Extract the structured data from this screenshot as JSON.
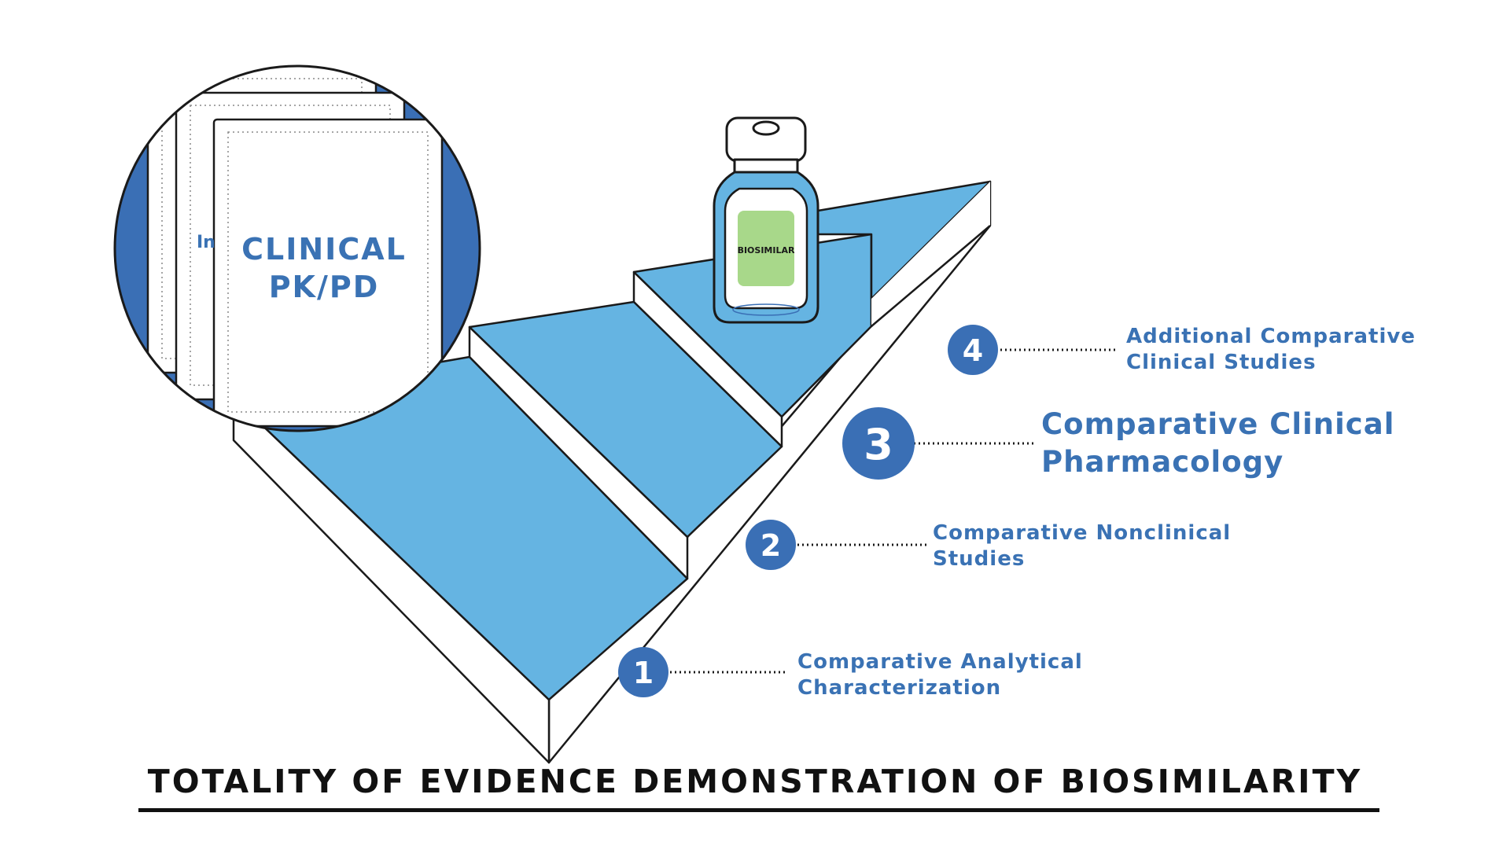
{
  "colors": {
    "step_fill": "#65b4e2",
    "badge": "#3a6fb5",
    "label": "#3a72b4",
    "outline": "#1a1a1a",
    "vial_label": "#a8d88a"
  },
  "inset": {
    "back_doc_fragment": "In",
    "front_doc": {
      "line1": "CLINICAL",
      "line2": "PK/PD"
    }
  },
  "vial": {
    "label": "BIOSIMILAR"
  },
  "steps": [
    {
      "number": "1",
      "line1": "Comparative Analytical",
      "line2": "Characterization"
    },
    {
      "number": "2",
      "line1": "Comparative Nonclinical",
      "line2": "Studies"
    },
    {
      "number": "3",
      "line1": "Comparative Clinical",
      "line2": "Pharmacology",
      "highlighted": true
    },
    {
      "number": "4",
      "line1": "Additional Comparative",
      "line2": "Clinical Studies"
    }
  ],
  "title": "TOTALITY OF EVIDENCE DEMONSTRATION OF BIOSIMILARITY"
}
